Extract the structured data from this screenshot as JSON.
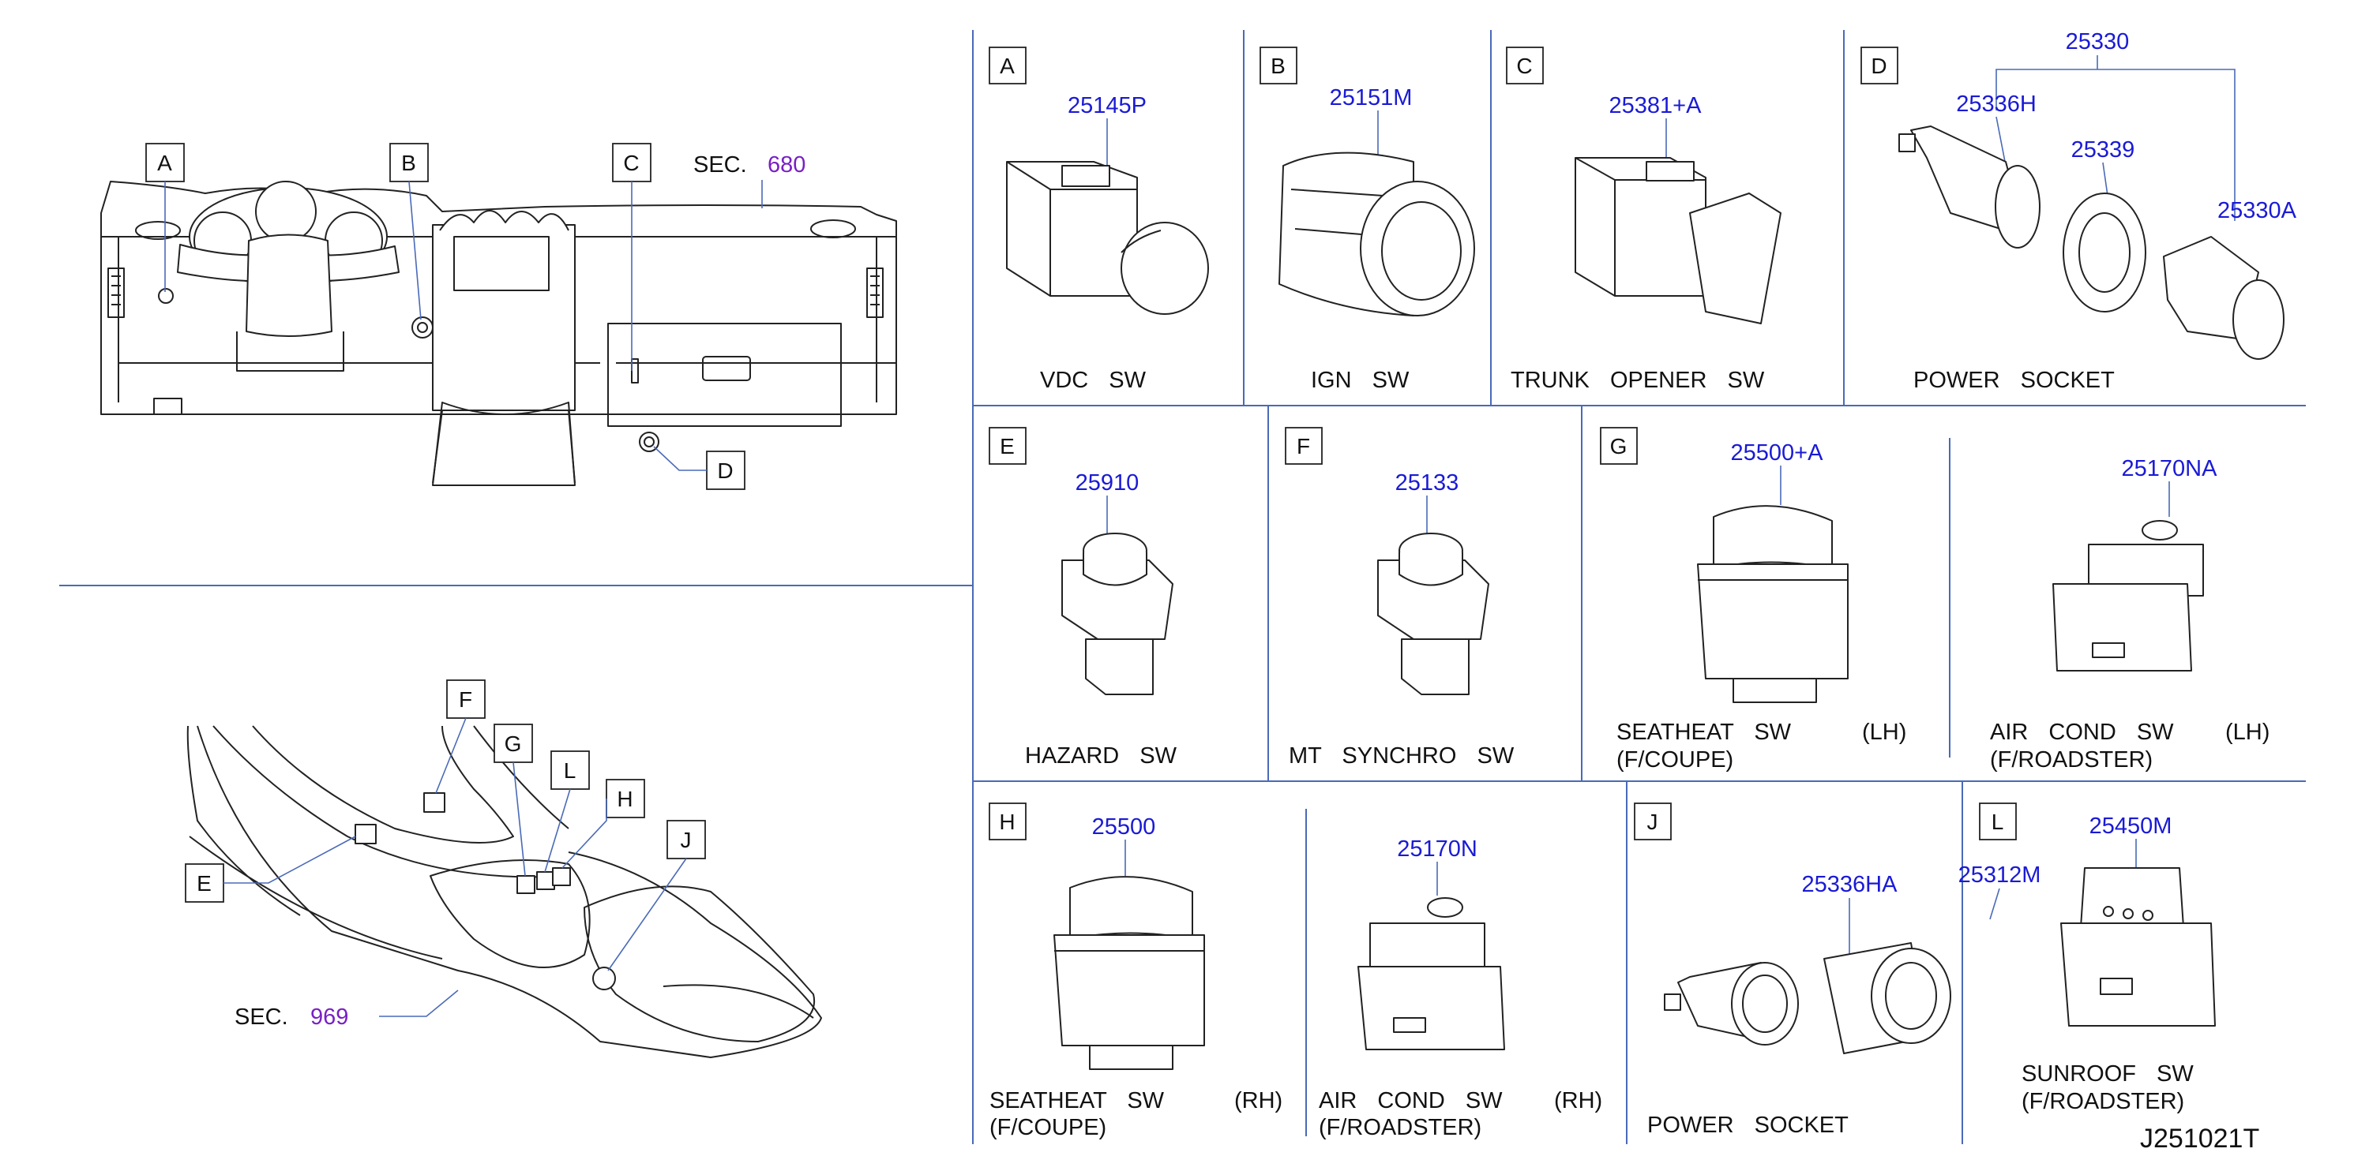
{
  "overview": {
    "top_callouts": [
      "A",
      "B",
      "C",
      "D"
    ],
    "top_section": {
      "prefix": "SEC.",
      "number": "680"
    },
    "bottom_callouts": [
      "E",
      "F",
      "G",
      "H",
      "J",
      "L"
    ],
    "bottom_section": {
      "prefix": "SEC.",
      "number": "969"
    }
  },
  "panels": {
    "A": {
      "letter": "A",
      "parts": [
        "25145P"
      ],
      "caption": "VDC SW",
      "caption2": ""
    },
    "B": {
      "letter": "B",
      "parts": [
        "25151M"
      ],
      "caption": "IGN SW",
      "caption2": ""
    },
    "C": {
      "letter": "C",
      "parts": [
        "25381+A"
      ],
      "caption": "TRUNK OPENER SW",
      "caption2": ""
    },
    "D": {
      "letter": "D",
      "parts": [
        "25330",
        "25336H",
        "25339",
        "25330A"
      ],
      "caption": "POWER SOCKET",
      "caption2": ""
    },
    "E": {
      "letter": "E",
      "parts": [
        "25910"
      ],
      "caption": "HAZARD SW",
      "caption2": ""
    },
    "F": {
      "letter": "F",
      "parts": [
        "25133"
      ],
      "caption": "MT SYNCHRO SW",
      "caption2": ""
    },
    "G": {
      "letter": "G",
      "parts": [
        "25500+A",
        "25170NA"
      ],
      "caption_left": "SEATHEAT SW",
      "side_left": "(LH)",
      "caption2_left": "(F/COUPE)",
      "caption_right": "AIR COND SW",
      "side_right": "(LH)",
      "caption2_right": "(F/ROADSTER)"
    },
    "H": {
      "letter": "H",
      "parts": [
        "25500",
        "25170N"
      ],
      "caption_left": "SEATHEAT SW",
      "side_left": "(RH)",
      "caption2_left": "(F/COUPE)",
      "caption_right": "AIR COND SW",
      "side_right": "(RH)",
      "caption2_right": "(F/ROADSTER)"
    },
    "J": {
      "letter": "J",
      "parts": [
        "25336HA",
        "25312M"
      ],
      "caption": "POWER SOCKET",
      "caption2": ""
    },
    "L": {
      "letter": "L",
      "parts": [
        "25450M"
      ],
      "caption": "SUNROOF SW",
      "caption2": "(F/ROADSTER)"
    }
  },
  "diagram_code": "J251021T",
  "colors": {
    "part_number": "#1a1ad6",
    "section_number": "#7a1fc4",
    "divider": "#4a6ab8",
    "ink": "#222222"
  }
}
